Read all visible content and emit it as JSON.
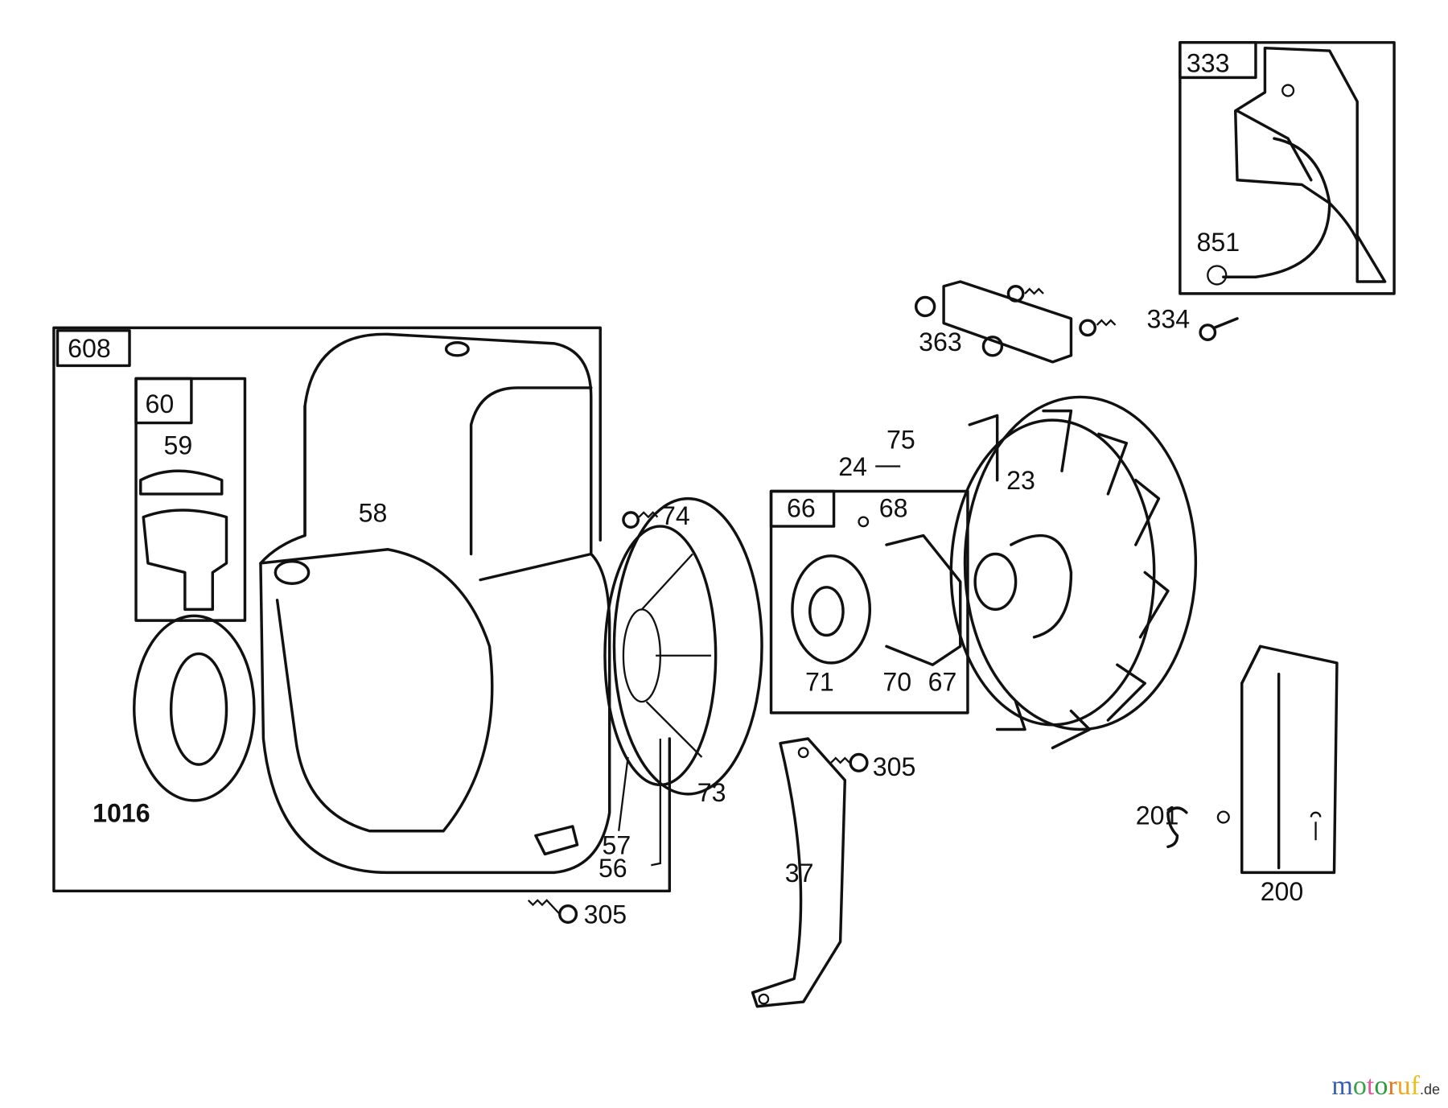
{
  "diagram": {
    "callouts": {
      "c333": "333",
      "c851": "851",
      "c363": "363",
      "c334": "334",
      "c608": "608",
      "c60": "60",
      "c59": "59",
      "c58": "58",
      "c74": "74",
      "c75": "75",
      "c24": "24",
      "c23": "23",
      "c66": "66",
      "c68": "68",
      "c71": "71",
      "c70": "70",
      "c67": "67",
      "c73": "73",
      "c305a": "305",
      "c1016": "1016",
      "c57": "57",
      "c56": "56",
      "c305b": "305",
      "c37": "37",
      "c201": "201",
      "c200": "200"
    }
  },
  "watermark": {
    "text": "motoruf",
    "suffix": ".de",
    "colors": [
      "#3a5fb0",
      "#3aa04a",
      "#e05aa0",
      "#2e9a3e",
      "#e0781e",
      "#f0a820",
      "#e8c020"
    ]
  }
}
